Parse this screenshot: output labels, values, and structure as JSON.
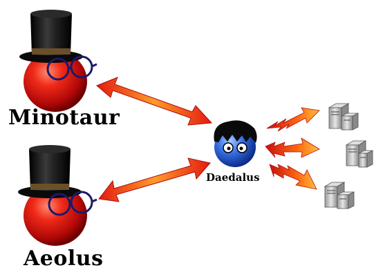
{
  "diagram": {
    "nodes": [
      {
        "id": "minotaur",
        "label": "Minotaur"
      },
      {
        "id": "aeolus",
        "label": "Aeolus"
      },
      {
        "id": "daedalus",
        "label": "Daedalus"
      }
    ],
    "edges": [
      {
        "from": "minotaur",
        "to": "daedalus",
        "style": "double-arrow"
      },
      {
        "from": "aeolus",
        "to": "daedalus",
        "style": "double-arrow"
      },
      {
        "from": "daedalus",
        "to": "server-1",
        "style": "zigzag-arrow"
      },
      {
        "from": "daedalus",
        "to": "server-2",
        "style": "zigzag-arrow"
      },
      {
        "from": "daedalus",
        "to": "server-3",
        "style": "zigzag-arrow"
      }
    ],
    "servers_count": 3
  },
  "colors": {
    "ball_red": "#e01010",
    "ball_blue": "#2a5fd6",
    "hat_black": "#111111",
    "arrow_orange": "#ff7a1a",
    "arrow_red": "#d81818",
    "server_gray": "#c8c8c8"
  }
}
